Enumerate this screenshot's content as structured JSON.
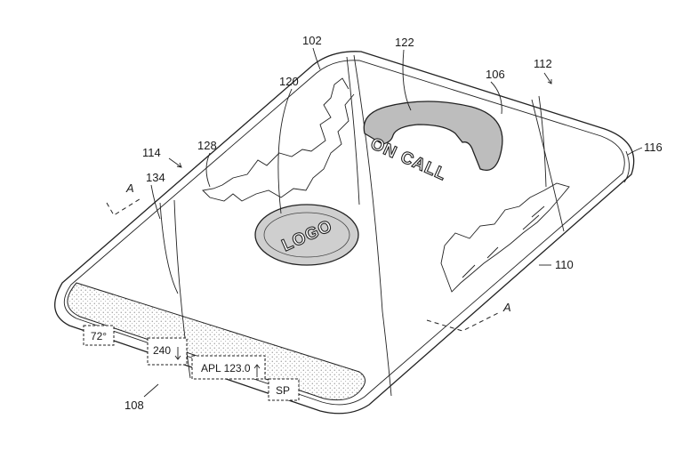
{
  "reference_numerals": {
    "r102": "102",
    "r106": "106",
    "r108": "108",
    "r110": "110",
    "r112": "112",
    "r114": "114",
    "r116": "116",
    "r120": "120",
    "r122": "122",
    "r128": "128",
    "r134": "134"
  },
  "section_markers": {
    "top_left": "A",
    "bottom_right": "A"
  },
  "screen_text": {
    "logo": "LOGO",
    "on_call": "ON CALL",
    "temperature": "72°",
    "altitude": "240",
    "ticker": "APL 123.0",
    "sp": "SP"
  }
}
